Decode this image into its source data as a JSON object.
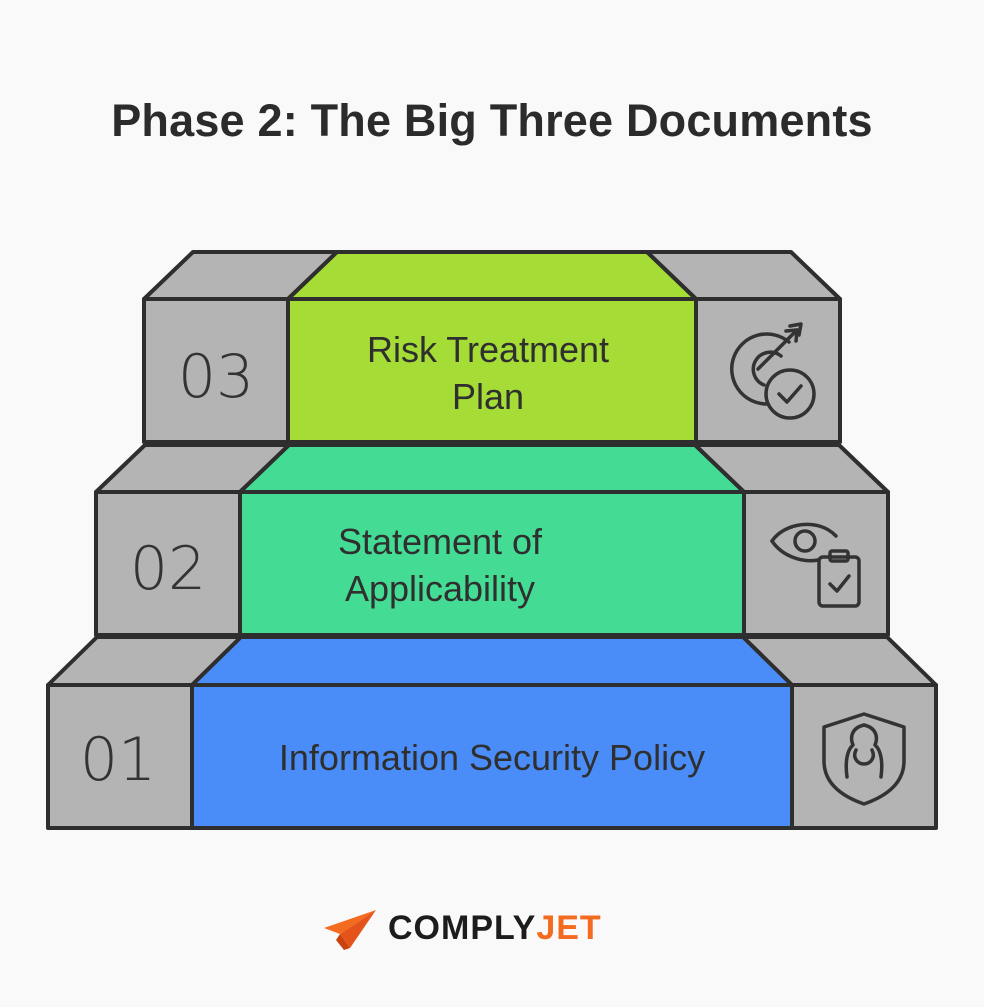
{
  "title": "Phase 2: The Big Three Documents",
  "steps": [
    {
      "number": "01",
      "label_lines": [
        "Information Security Policy"
      ],
      "color": "#4a8df8",
      "icon": "shield-person-icon"
    },
    {
      "number": "02",
      "label_lines": [
        "Statement of",
        "Applicability"
      ],
      "color": "#44dc94",
      "icon": "eye-clipboard-check-icon"
    },
    {
      "number": "03",
      "label_lines": [
        "Risk Treatment",
        "Plan"
      ],
      "color": "#a5dc36",
      "icon": "target-check-icon"
    }
  ],
  "side_color": "#b4b4b4",
  "logo": {
    "word_part1": "COMPLY",
    "word_part2": "JET",
    "accent": "#f46a1f",
    "icon": "paper-plane-icon"
  }
}
